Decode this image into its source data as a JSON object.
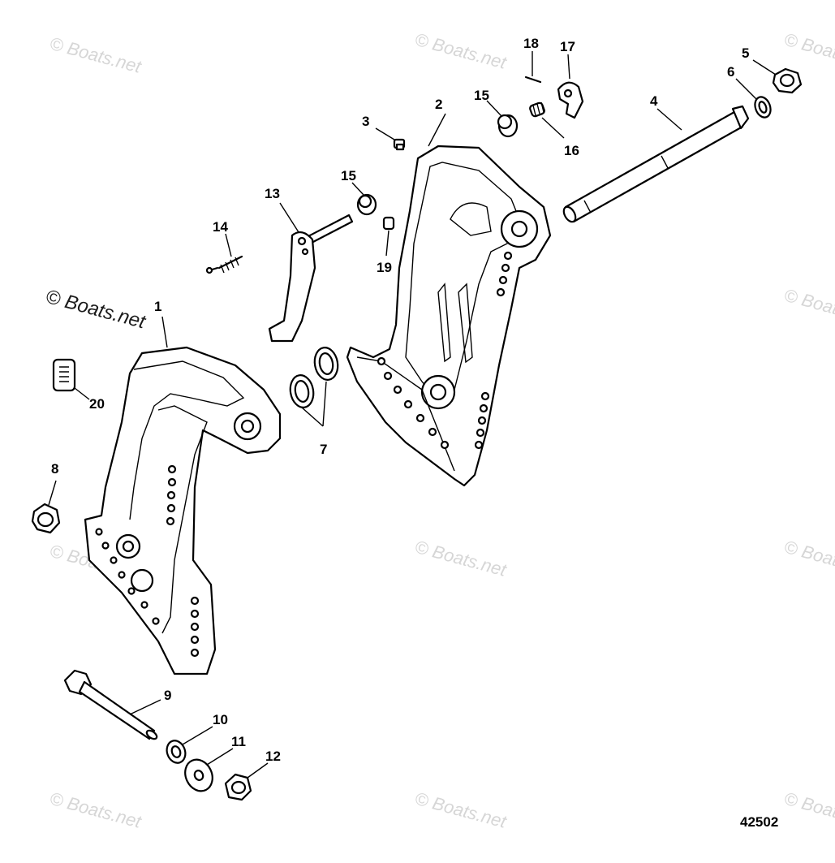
{
  "diagram": {
    "callouts": [
      "1",
      "2",
      "3",
      "4",
      "5",
      "6",
      "7",
      "8",
      "9",
      "10",
      "11",
      "12",
      "13",
      "14",
      "15",
      "15",
      "16",
      "17",
      "18",
      "19",
      "20"
    ],
    "reference_number": "42502",
    "watermark": "© Boats.net"
  }
}
